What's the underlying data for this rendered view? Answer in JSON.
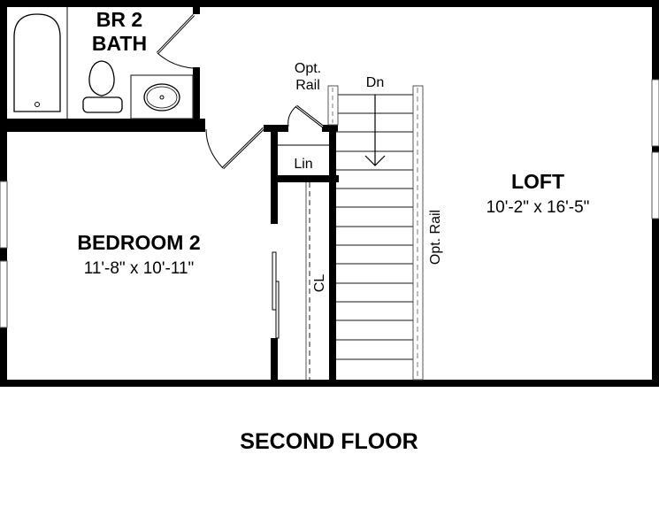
{
  "plan": {
    "title": "SECOND FLOOR",
    "colors": {
      "wall": "#000000",
      "background": "#ffffff",
      "line": "#555555"
    },
    "rooms": [
      {
        "id": "br2-bath",
        "name_line1": "BR 2",
        "name_line2": "BATH"
      },
      {
        "id": "bedroom-2",
        "name": "BEDROOM 2",
        "dimensions": "11'-8\" x 10'-11\""
      },
      {
        "id": "loft",
        "name": "LOFT",
        "dimensions": "10'-2\" x 16'-5\""
      },
      {
        "id": "linen",
        "name": "Lin"
      },
      {
        "id": "closet",
        "name": "CL"
      }
    ],
    "annotations": {
      "opt_rail_top_line1": "Opt.",
      "opt_rail_top_line2": "Rail",
      "stairs_direction": "Dn",
      "opt_rail_side": "Opt. Rail"
    },
    "fixtures": [
      "bathtub",
      "toilet",
      "sink"
    ],
    "stairs": {
      "tread_count": 14
    }
  }
}
